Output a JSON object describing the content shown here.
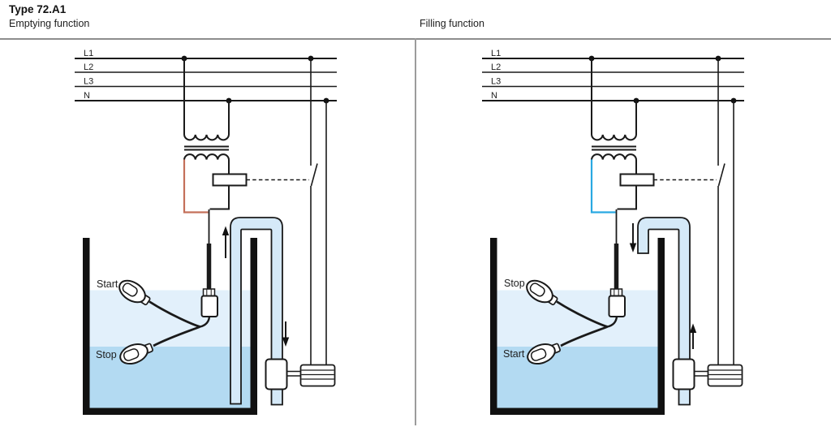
{
  "header": {
    "product": "Type 72.A1"
  },
  "diagrams": [
    {
      "id": "emptying",
      "title": "Emptying function",
      "wire_color": "#c4705a",
      "rails": [
        "L1",
        "L2",
        "L3",
        "N"
      ],
      "float_labels": {
        "top": "Start",
        "bottom": "Stop"
      },
      "flow": {
        "tank_side": "up",
        "discharge_side": "down"
      }
    },
    {
      "id": "filling",
      "title": "Filling function",
      "wire_color": "#29a9e2",
      "rails": [
        "L1",
        "L2",
        "L3",
        "N"
      ],
      "float_labels": {
        "top": "Stop",
        "bottom": "Start"
      },
      "flow": {
        "tank_side": "down",
        "discharge_side": "up"
      }
    }
  ],
  "colors": {
    "water_upper": "#e2f0fb",
    "water_lower": "#b3daf2",
    "pipe": "#d5e9f8",
    "line": "#1a1a1a"
  }
}
